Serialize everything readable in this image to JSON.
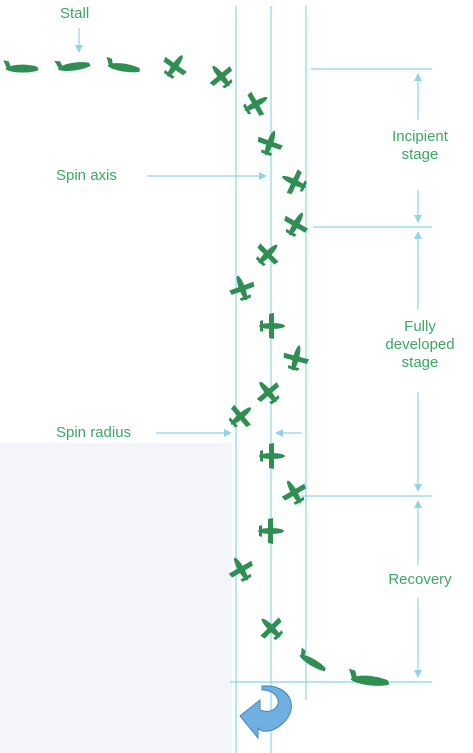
{
  "labels": {
    "stall": "Stall",
    "spin_axis": "Spin axis",
    "spin_radius": "Spin radius",
    "incipient": [
      "Incipient",
      "stage"
    ],
    "fully": [
      "Fully",
      "developed",
      "stage"
    ],
    "recovery": "Recovery"
  },
  "colors": {
    "label": "#3aa864",
    "aircraft": "#2f8f52",
    "guide_line": "#8fd4ec",
    "rotation_arrow": "#6fb0e0"
  },
  "icons": {
    "aircraft": "airplane-silhouette",
    "rotation": "curved-rotation-arrow"
  }
}
